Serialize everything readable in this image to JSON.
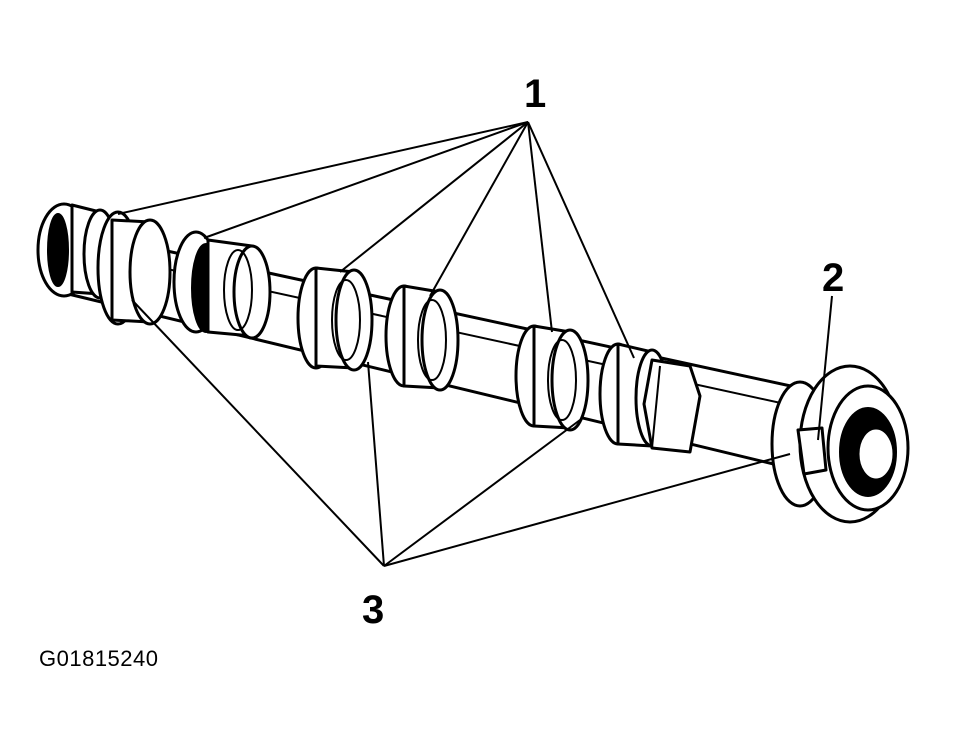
{
  "callouts": {
    "one": "1",
    "two": "2",
    "three": "3"
  },
  "figure_id": "G01815240"
}
